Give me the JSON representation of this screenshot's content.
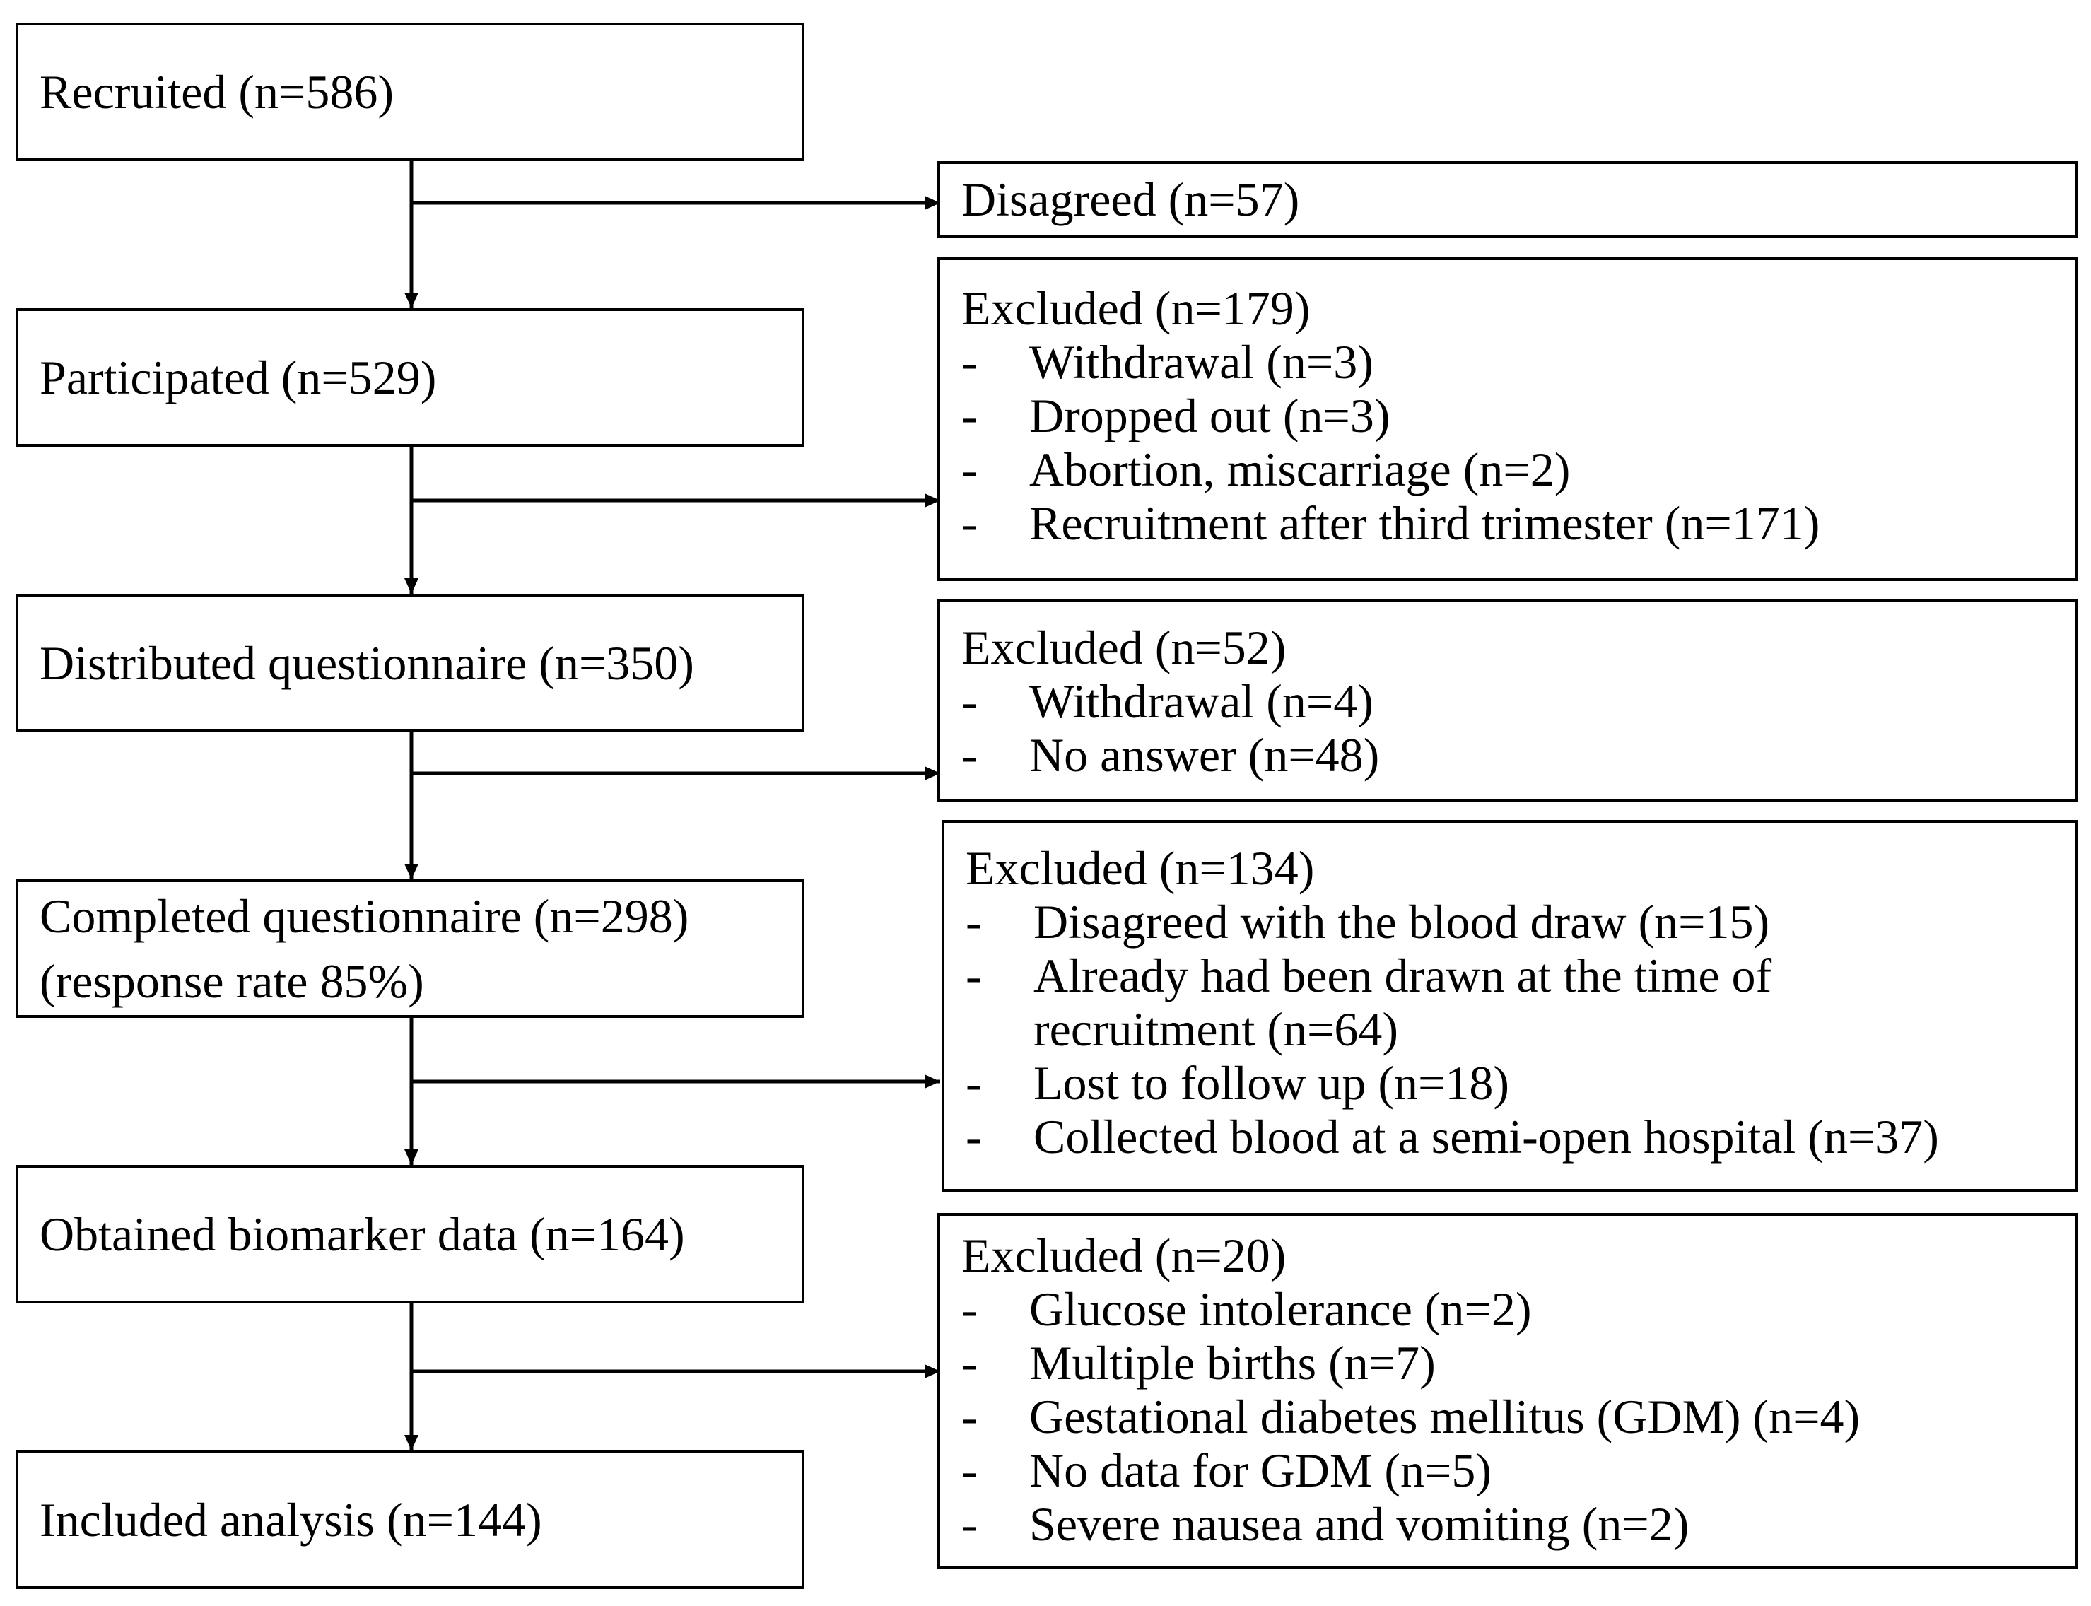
{
  "flow": {
    "recruited": "Recruited (n=586)",
    "participated": "Participated (n=529)",
    "distributed": "Distributed questionnaire (n=350)",
    "completed_line1": "Completed questionnaire (n=298)",
    "completed_line2": "(response rate 85%)",
    "obtained": "Obtained biomarker data (n=164)",
    "included": "Included analysis (n=144)"
  },
  "side": {
    "disagreed": "Disagreed (n=57)",
    "excluded1": {
      "title": "Excluded (n=179)",
      "items": [
        "Withdrawal (n=3)",
        "Dropped out (n=3)",
        "Abortion, miscarriage (n=2)",
        "Recruitment after third trimester (n=171)"
      ]
    },
    "excluded2": {
      "title": "Excluded (n=52)",
      "items": [
        "Withdrawal (n=4)",
        "No answer (n=48)"
      ]
    },
    "excluded3": {
      "title": "Excluded (n=134)",
      "items": [
        "Disagreed with the blood draw (n=15)",
        "Already had been drawn at the time of",
        "recruitment (n=64)",
        "Lost to follow up (n=18)",
        "Collected blood at a semi-open hospital (n=37)"
      ]
    },
    "excluded4": {
      "title": "Excluded (n=20)",
      "items": [
        "Glucose intolerance (n=2)",
        "Multiple births (n=7)",
        "Gestational diabetes mellitus (GDM) (n=4)",
        "No data for GDM (n=5)",
        "Severe nausea and vomiting (n=2)"
      ]
    },
    "dash": "-"
  }
}
